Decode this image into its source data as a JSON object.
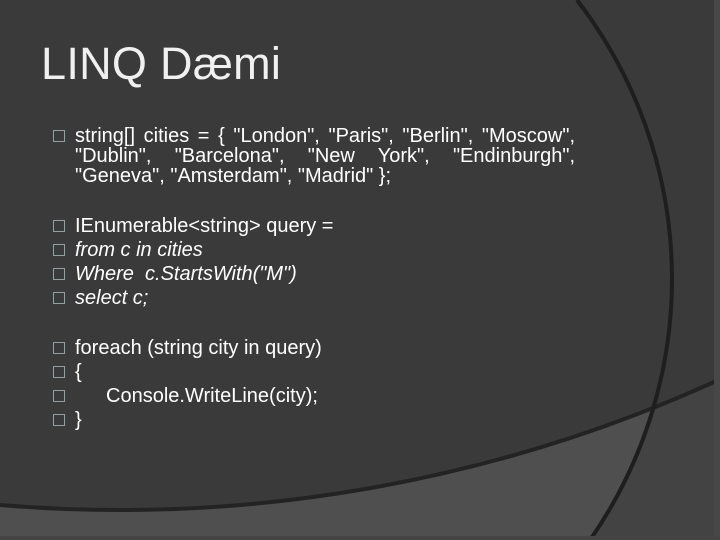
{
  "slide_title": "LINQ Dæmi",
  "colors": {
    "background": "#3a3a3a",
    "band_light": "#4f4f4f",
    "band_mid": "#434343",
    "bottom_curve_stroke": "#232323",
    "right_arc_stroke": "#1e1e1e",
    "right_edge_strip": "#484848",
    "bottom_edge_strip": "#444444",
    "title_text": "#f0f0f0",
    "body_text": "#ffffff",
    "bullet_outline": "#8ca3a6"
  },
  "code": {
    "declaration": {
      "line1": "string[] cities = { \"London\", \"Paris\", \"Berlin\", \"Moscow\",",
      "line2": "\"Dublin\", \"Barcelona\", \"New York\", \"Endinburgh\",",
      "line3": "\"Geneva\", \"Amsterdam\", \"Madrid\" };"
    },
    "query": {
      "declaration": "IEnumerable<string> query =",
      "from_clause": "from c in cities",
      "where_clause": "Where  c.StartsWith(\"M\")",
      "select_clause": "select c;"
    },
    "loop": {
      "foreach_line": "foreach (string city in query)",
      "open_brace": "{",
      "body_line": "Console.WriteLine(city);",
      "close_brace": "}"
    }
  }
}
